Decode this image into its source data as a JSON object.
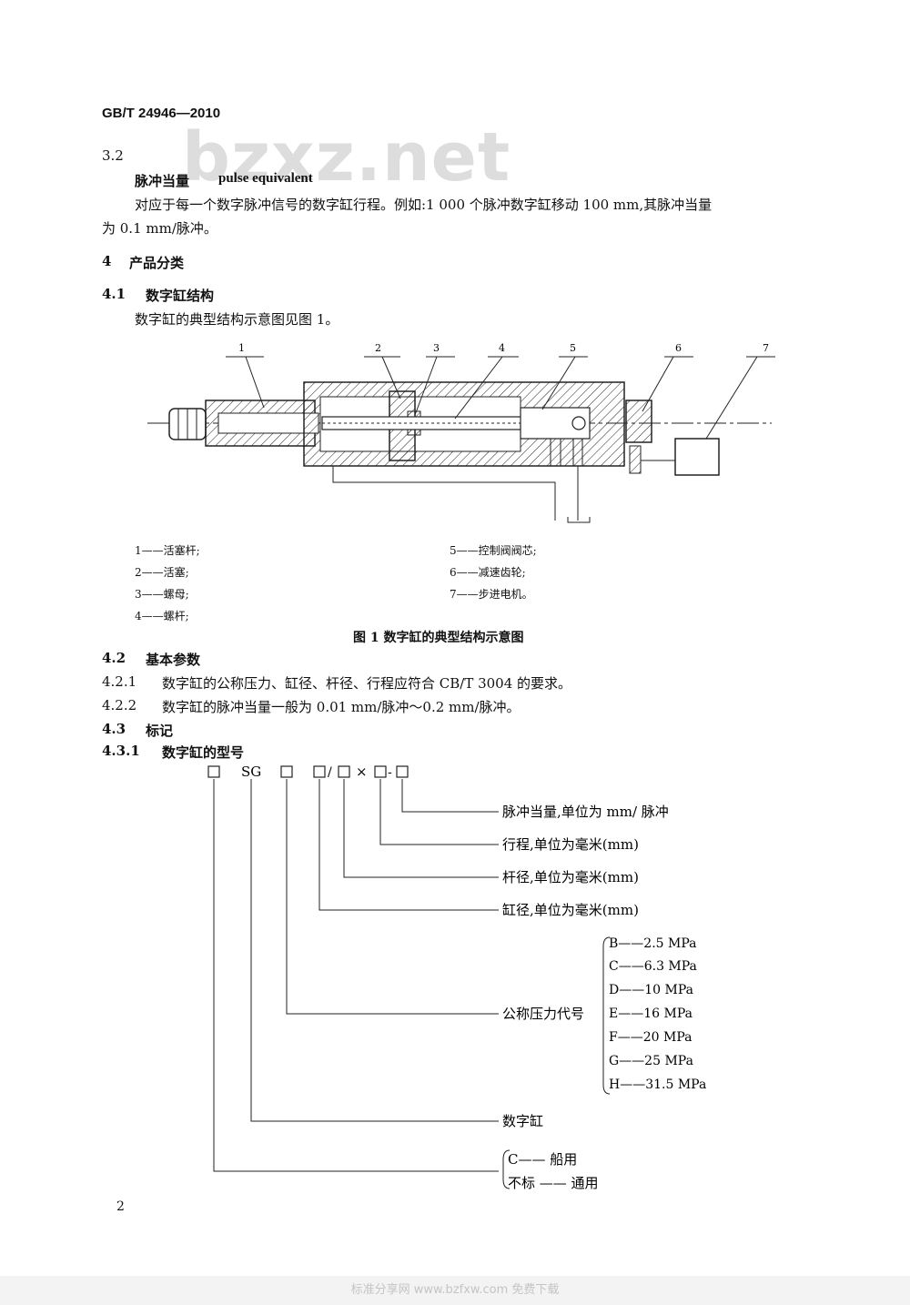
{
  "header": {
    "standard": "GB/T 24946—2010",
    "watermark": "bzxz.net"
  },
  "sec_3_2": {
    "num": "3.2",
    "term_cn": "脉冲当量",
    "term_en": "pulse equivalent",
    "def_line1": "对应于每一个数字脉冲信号的数字缸行程。例如:1 000 个脉冲数字缸移动 100 mm,其脉冲当量",
    "def_line2": "为 0.1 mm/脉冲。"
  },
  "sec_4": {
    "num": "4",
    "title": "产品分类"
  },
  "sec_4_1": {
    "num": "4.1",
    "title": "数字缸结构",
    "body": "数字缸的典型结构示意图见图 1。"
  },
  "figure1": {
    "callouts": [
      "1",
      "2",
      "3",
      "4",
      "5",
      "6",
      "7"
    ],
    "legend": [
      "1——活塞杆;",
      "2——活塞;",
      "3——螺母;",
      "4——螺杆;",
      "5——控制阀阀芯;",
      "6——减速齿轮;",
      "7——步进电机。"
    ],
    "caption": "图 1   数字缸的典型结构示意图"
  },
  "sec_4_2": {
    "num": "4.2",
    "title": "基本参数",
    "items": [
      {
        "num": "4.2.1",
        "text": "数字缸的公称压力、缸径、杆径、行程应符合 CB/T 3004 的要求。"
      },
      {
        "num": "4.2.2",
        "text": "数字缸的脉冲当量一般为 0.01 mm/脉冲～0.2 mm/脉冲。"
      }
    ]
  },
  "sec_4_3": {
    "num": "4.3",
    "title": "标记"
  },
  "sec_4_3_1": {
    "num": "4.3.1",
    "title": "数字缸的型号"
  },
  "model": {
    "code_sg": "SG",
    "sym_slash": "/",
    "sym_times": "×",
    "sym_dash": "-",
    "labels": [
      "脉冲当量,单位为 mm/ 脉冲",
      "行程,单位为毫米(mm)",
      "杆径,单位为毫米(mm)",
      "缸径,单位为毫米(mm)",
      "公称压力代号",
      "数字缸"
    ],
    "pressures": [
      "B——2.5 MPa",
      "C——6.3 MPa",
      "D——10 MPa",
      "E——16 MPa",
      "F——20 MPa",
      "G——25 MPa",
      "H——31.5 MPa"
    ],
    "usage": [
      "C—— 船用",
      "不标 —— 通用"
    ]
  },
  "page_number": "2",
  "footer": "标准分享网 www.bzfxw.com 免费下载"
}
